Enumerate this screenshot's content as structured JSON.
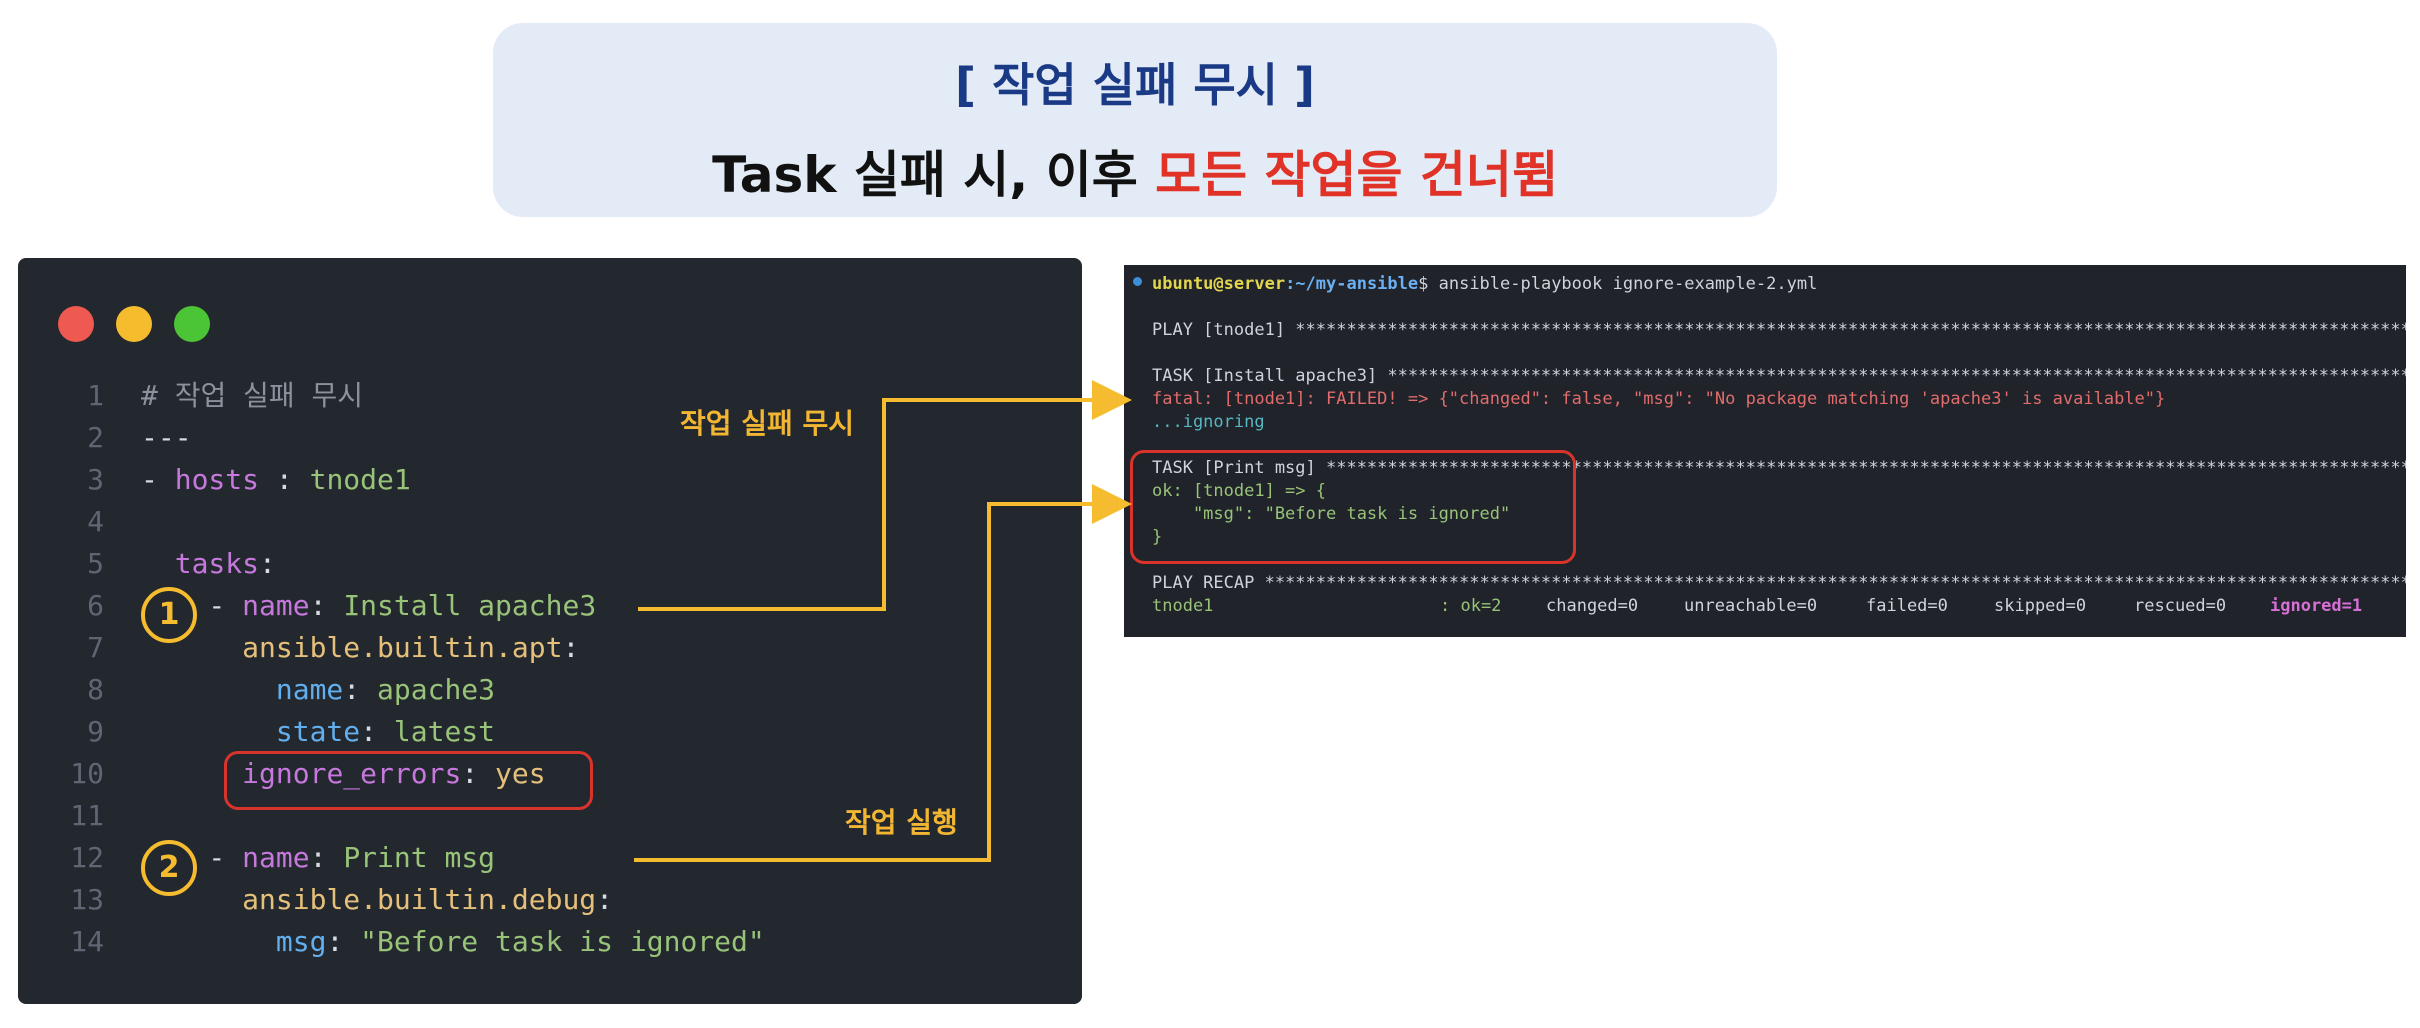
{
  "banner": {
    "title": "[ 작업 실패 무시 ]",
    "subtitle_prefix": "Task 실패 시, 이후 ",
    "subtitle_highlight": "모든 작업을 건너뜀"
  },
  "editor": {
    "lines": [
      {
        "num": "1",
        "segments": [
          {
            "t": "# 작업 실패 무시",
            "c": "comment"
          }
        ]
      },
      {
        "num": "2",
        "segments": [
          {
            "t": "---",
            "c": "plain"
          }
        ]
      },
      {
        "num": "3",
        "segments": [
          {
            "t": "- ",
            "c": "plain"
          },
          {
            "t": "hosts",
            "c": "key"
          },
          {
            "t": " : ",
            "c": "plain"
          },
          {
            "t": "tnode1",
            "c": "val"
          }
        ]
      },
      {
        "num": "4",
        "segments": []
      },
      {
        "num": "5",
        "segments": [
          {
            "t": "  ",
            "c": "plain"
          },
          {
            "t": "tasks",
            "c": "key"
          },
          {
            "t": ":",
            "c": "plain"
          }
        ]
      },
      {
        "num": "6",
        "segments": [
          {
            "t": "  ",
            "c": "plain"
          },
          {
            "t": "  - ",
            "c": "plain"
          },
          {
            "t": "name",
            "c": "key"
          },
          {
            "t": ": ",
            "c": "plain"
          },
          {
            "t": "Install apache3",
            "c": "val"
          }
        ]
      },
      {
        "num": "7",
        "segments": [
          {
            "t": "      ",
            "c": "plain"
          },
          {
            "t": "ansible.builtin.apt",
            "c": "mod"
          },
          {
            "t": ":",
            "c": "plain"
          }
        ]
      },
      {
        "num": "8",
        "segments": [
          {
            "t": "        ",
            "c": "plain"
          },
          {
            "t": "name",
            "c": "blue"
          },
          {
            "t": ": ",
            "c": "plain"
          },
          {
            "t": "apache3",
            "c": "val"
          }
        ]
      },
      {
        "num": "9",
        "segments": [
          {
            "t": "        ",
            "c": "plain"
          },
          {
            "t": "state",
            "c": "blue"
          },
          {
            "t": ": ",
            "c": "plain"
          },
          {
            "t": "latest",
            "c": "val"
          }
        ]
      },
      {
        "num": "10",
        "segments": [
          {
            "t": "      ",
            "c": "plain"
          },
          {
            "t": "ignore_errors",
            "c": "key"
          },
          {
            "t": ": ",
            "c": "plain"
          },
          {
            "t": "yes",
            "c": "yes"
          }
        ]
      },
      {
        "num": "11",
        "segments": []
      },
      {
        "num": "12",
        "segments": [
          {
            "t": "  ",
            "c": "plain"
          },
          {
            "t": "  - ",
            "c": "plain"
          },
          {
            "t": "name",
            "c": "key"
          },
          {
            "t": ": ",
            "c": "plain"
          },
          {
            "t": "Print msg",
            "c": "val"
          }
        ]
      },
      {
        "num": "13",
        "segments": [
          {
            "t": "      ",
            "c": "plain"
          },
          {
            "t": "ansible.builtin.debug",
            "c": "mod"
          },
          {
            "t": ":",
            "c": "plain"
          }
        ]
      },
      {
        "num": "14",
        "segments": [
          {
            "t": "        ",
            "c": "plain"
          },
          {
            "t": "msg",
            "c": "blue"
          },
          {
            "t": ": ",
            "c": "plain"
          },
          {
            "t": "\"Before task is ignored\"",
            "c": "val"
          }
        ]
      }
    ],
    "badges": [
      "1",
      "2"
    ]
  },
  "annotations": {
    "ignore_label": "작업 실패 무시",
    "run_label": "작업 실행"
  },
  "terminal": {
    "prompt_user": "ubuntu@server",
    "prompt_path": ":~/my-ansible",
    "prompt_symbol": "$ ",
    "command": "ansible-playbook ignore-example-2.yml",
    "lines": [
      {
        "text": "PLAY [tnode1] ****************************************************************************************************************************************************************************",
        "cls": ""
      },
      {
        "text": "TASK [Install apache3] *******************************************************************************************************************************************************************",
        "cls": ""
      },
      {
        "text": "fatal: [tnode1]: FAILED! => {\"changed\": false, \"msg\": \"No package matching 'apache3' is available\"}",
        "cls": "t-red"
      },
      {
        "text": "...ignoring",
        "cls": "t-cyan"
      },
      {
        "text": "TASK [Print msg] *************************************************************************************************************************************************************************",
        "cls": ""
      },
      {
        "text": "ok: [tnode1] => {",
        "cls": "t-green"
      },
      {
        "text": "    \"msg\": \"Before task is ignored\"",
        "cls": "t-green"
      },
      {
        "text": "}",
        "cls": "t-green"
      },
      {
        "text": "PLAY RECAP ***************************************************************************************************************************************************************************",
        "cls": ""
      }
    ],
    "recap": {
      "host": "tnode1",
      "ok": ": ok=2",
      "changed": "changed=0",
      "unreachable": "unreachable=0",
      "failed": "failed=0",
      "skipped": "skipped=0",
      "rescued": "rescued=0",
      "ignored": "ignored=1"
    }
  },
  "colors": {
    "accent_yellow": "#f5bc2f",
    "highlight_red": "#e03226",
    "box_red": "#d8342b"
  }
}
